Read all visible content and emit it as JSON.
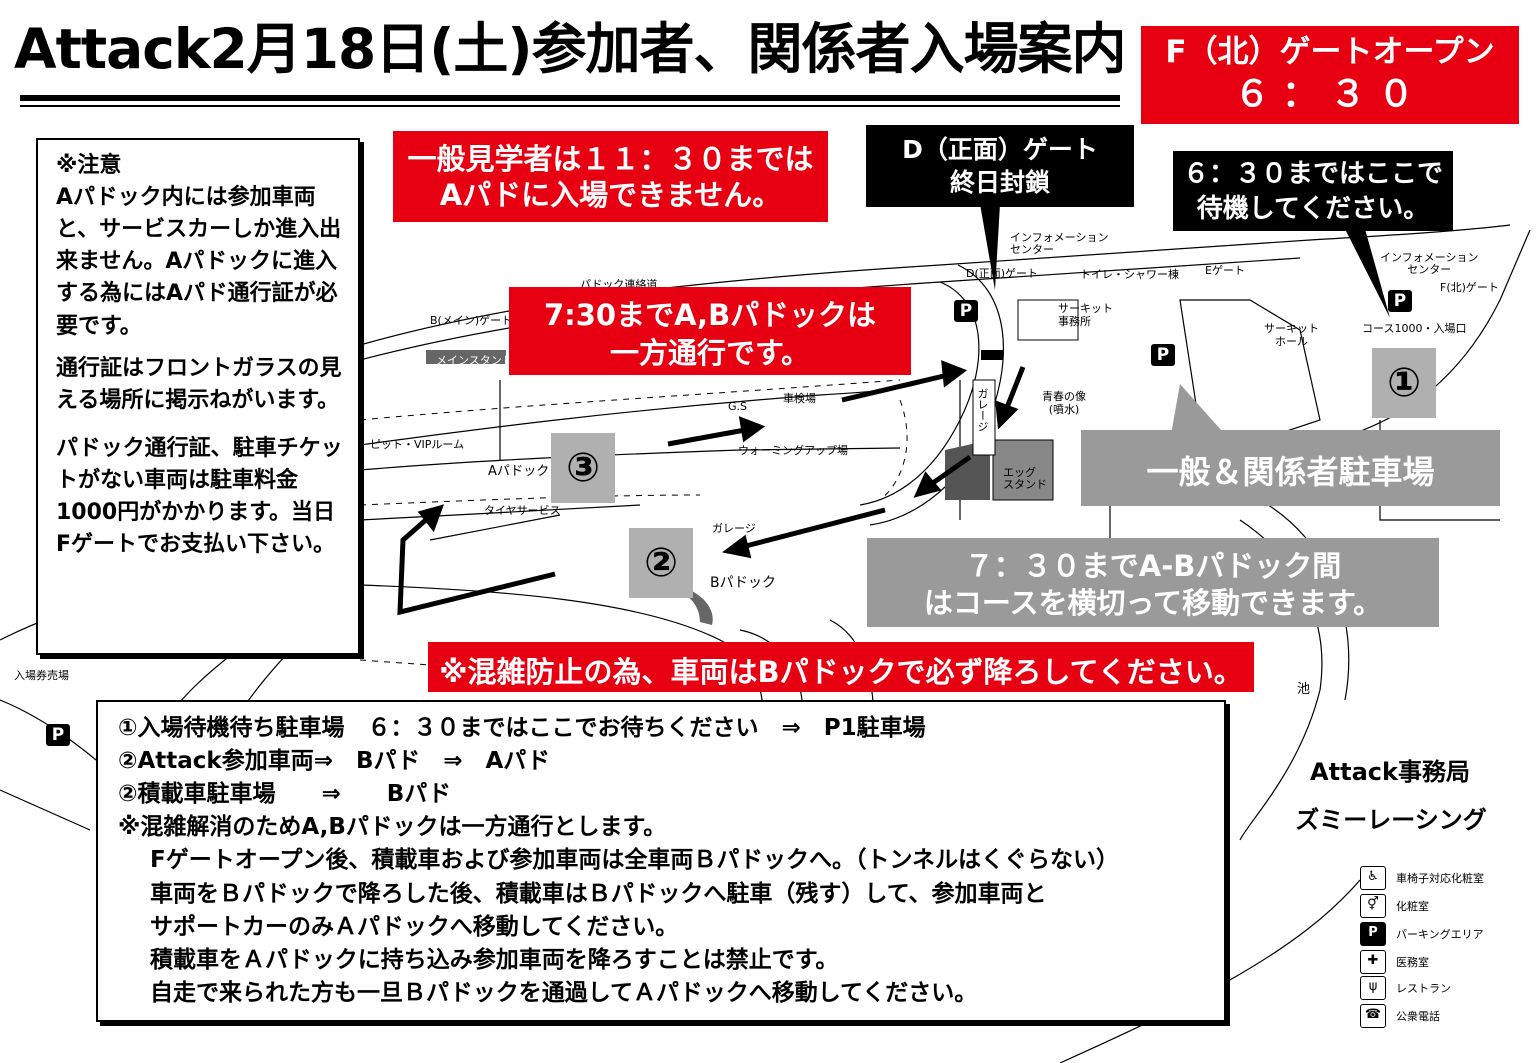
{
  "title": "Attack2月18日(土)参加者、関係者入場案内",
  "gate_open": {
    "label": "F（北）ゲートオープン",
    "time": "６：３０"
  },
  "notice": {
    "lines": [
      "※注意\nAパドック内には参加車両と、サービスカーしか進入出来ません。Aパドックに進入する為にはAパド通行証が必要です。",
      "通行証はフロントガラスの見える場所に掲示ねがいます。",
      "パドック通行証、駐車チケットがない車両は駐車料金1000円がかかります。当日Fゲートでお支払い下さい。"
    ]
  },
  "visitor_notice": {
    "line1": "一般見学者は１１：３０までは",
    "line2": "Aパドに入場できません。"
  },
  "dgate": {
    "line1": "D（正面）ゲート",
    "line2": "終日封鎖"
  },
  "wait_notice": {
    "line1": "６：３０まではここで",
    "line2": "待機してください。"
  },
  "oneway": {
    "line1": "7:30までA,Bパドックは",
    "line2": "一方通行です。"
  },
  "parking_label": "一般＆関係者駐車場",
  "cross_notice": {
    "line1": "７：３０までA-Bパドック間",
    "line2": "はコースを横切って移動できます。"
  },
  "unload_notice": "※混雑防止の為、車両はBパドックで必ず降ろしてください。",
  "markers": {
    "one": "①",
    "two": "②",
    "three": "③"
  },
  "instructions": [
    "①入場待機待ち駐車場　６：３０まではここでお待ちください　⇒　P1駐車場",
    "②Attack参加車両⇒　Bパド　⇒　Aパド",
    "②積載車駐車場　　⇒　　Bパド",
    "※混雑解消のためA,Bパドックは一方通行とします。",
    "Fゲートオープン後、積載車および参加車両は全車両Ｂパドックへ。（トンネルはくぐらない）",
    "車両をＢパドックで降ろした後、積載車はＢパドックへ駐車（残す）して、参加車両と",
    "サポートカーのみＡパドックへ移動してください。",
    "積載車をＡパドックに持ち込み参加車両を降ろすことは禁止です。",
    "自走で来られた方も一旦Ｂパドックを通過してＡパドックへ移動してください。"
  ],
  "organizer": {
    "line1": "Attack事務局",
    "line2": "ズミーレーシング"
  },
  "map_labels": {
    "paddock_road": "パドック連絡道",
    "b_main_gate": "B(メイン)ゲート",
    "main_stand": "メインスタンド",
    "pit_vip": "ピット・VIPルーム",
    "a_paddock": "Aパドック",
    "b_paddock": "Bパドック",
    "gs": "G.S",
    "car_wash": "車検場",
    "warmup": "ウォーミングアップ場",
    "tire_service": "タイヤサービス",
    "garage1": "ガレージ",
    "garage2": "ガレージ",
    "info_center": "インフォメーション\nセンター",
    "d_gate": "D(正面)ゲート",
    "toilet_shower": "トイレ・シャワー棟",
    "e_gate": "Eゲート",
    "circuit_office": "サーキット\n事務所",
    "seishun": "青春の像\n(噴水)",
    "egg_stand": "エッグ\nスタンド",
    "circuit_hall": "サーキット\nホール",
    "info_center2": "インフォメーション\nセンター",
    "f_gate": "F(北)ゲート",
    "course_entry": "コース1000・入場口",
    "ticket": "入場券売場",
    "pond": "池",
    "parking_p": "P"
  },
  "legend": [
    {
      "icon": "wheelchair-toilet-icon",
      "label": "車椅子対応化粧室"
    },
    {
      "icon": "toilet-icon",
      "label": "化粧室"
    },
    {
      "icon": "parking-icon",
      "label": "パーキングエリア"
    },
    {
      "icon": "medical-icon",
      "label": "医務室"
    },
    {
      "icon": "restaurant-icon",
      "label": "レストラン"
    },
    {
      "icon": "phone-icon",
      "label": "公衆電話"
    }
  ],
  "colors": {
    "red": "#e60012",
    "black": "#000000",
    "gray": "#9a9a9a",
    "marker_gray": "#b0b0b0"
  }
}
